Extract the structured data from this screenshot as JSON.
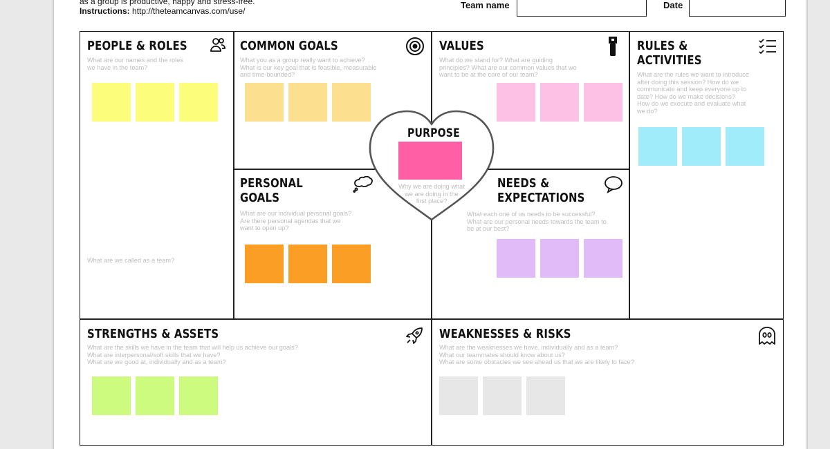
{
  "header": {
    "line1": "as a group is productive, happy and stress-free.",
    "instructions_label": "Instructions:",
    "instructions_url": "http://theteamcanvas.com/use/",
    "team_name_label": "Team name",
    "date_label": "Date"
  },
  "sections": {
    "people_roles": {
      "title": "PEOPLE & ROLES",
      "desc": "What are our names and the roles\nwe have in the team?",
      "desc2": "What are we called as a team?",
      "icon": "people-icon"
    },
    "common_goals": {
      "title": "COMMON GOALS",
      "desc": "What you as a group really want to achieve?\nWhat is our key goal that is feasible, measurable\nand time-bounded?",
      "icon": "target-icon"
    },
    "values": {
      "title": "VALUES",
      "desc": "What do we stand for? What are guiding\nprinciples? What are our common values that we\nwant to be at the core of our team?",
      "icon": "flashlight-icon"
    },
    "rules_activities": {
      "title": "RULES &\nACTIVITIES",
      "desc": "What are the rules we want to introduce\nafter doing this session? How do we\ncommunicate and keep everyone up to\ndate? How do we make decisions?\nHow do we execute and evaluate what\nwe do?",
      "icon": "checklist-icon"
    },
    "purpose": {
      "title": "PURPOSE",
      "desc": "Why we are doing what\nwe are doing in the\nfirst place?",
      "icon": "heart-icon"
    },
    "personal_goals": {
      "title": "PERSONAL\nGOALS",
      "desc": "What are our individual personal goals?\nAre there personal agendas that we\nwant to open up?",
      "icon": "thought-bubble-icon"
    },
    "needs_expectations": {
      "title": "NEEDS &\nEXPECTATIONS",
      "desc": "What each one of us needs to be successful?\nWhat are our personal needs towards the team to\nbe at our best?",
      "icon": "speech-bubble-icon"
    },
    "strengths_assets": {
      "title": "STRENGTHS & ASSETS",
      "desc": "What are the skills we have in the team that will help us achieve our goals?\nWhat are interpersonal/soft skills that we have?\nWhat are we good at, individually and as a team?",
      "icon": "rocket-icon"
    },
    "weaknesses_risks": {
      "title": "WEAKNESSES & RISKS",
      "desc": "What are the weaknesses we have, individually and as a team?\nWhat our teammates should know about us?\nWhat are some obstacles we see ahead us that we are likely to face?",
      "icon": "ghost-icon"
    }
  },
  "colors": {
    "people_roles": "#fdfd7c",
    "common_goals": "#fde08f",
    "values": "#fdc1e6",
    "rules_activities": "#a0ecfa",
    "purpose": "#ff5fa5",
    "personal_goals": "#fa9e25",
    "needs_expectations": "#e1baf8",
    "strengths_assets": "#cdfb7f",
    "weaknesses_risks": "#e7e7e7"
  }
}
